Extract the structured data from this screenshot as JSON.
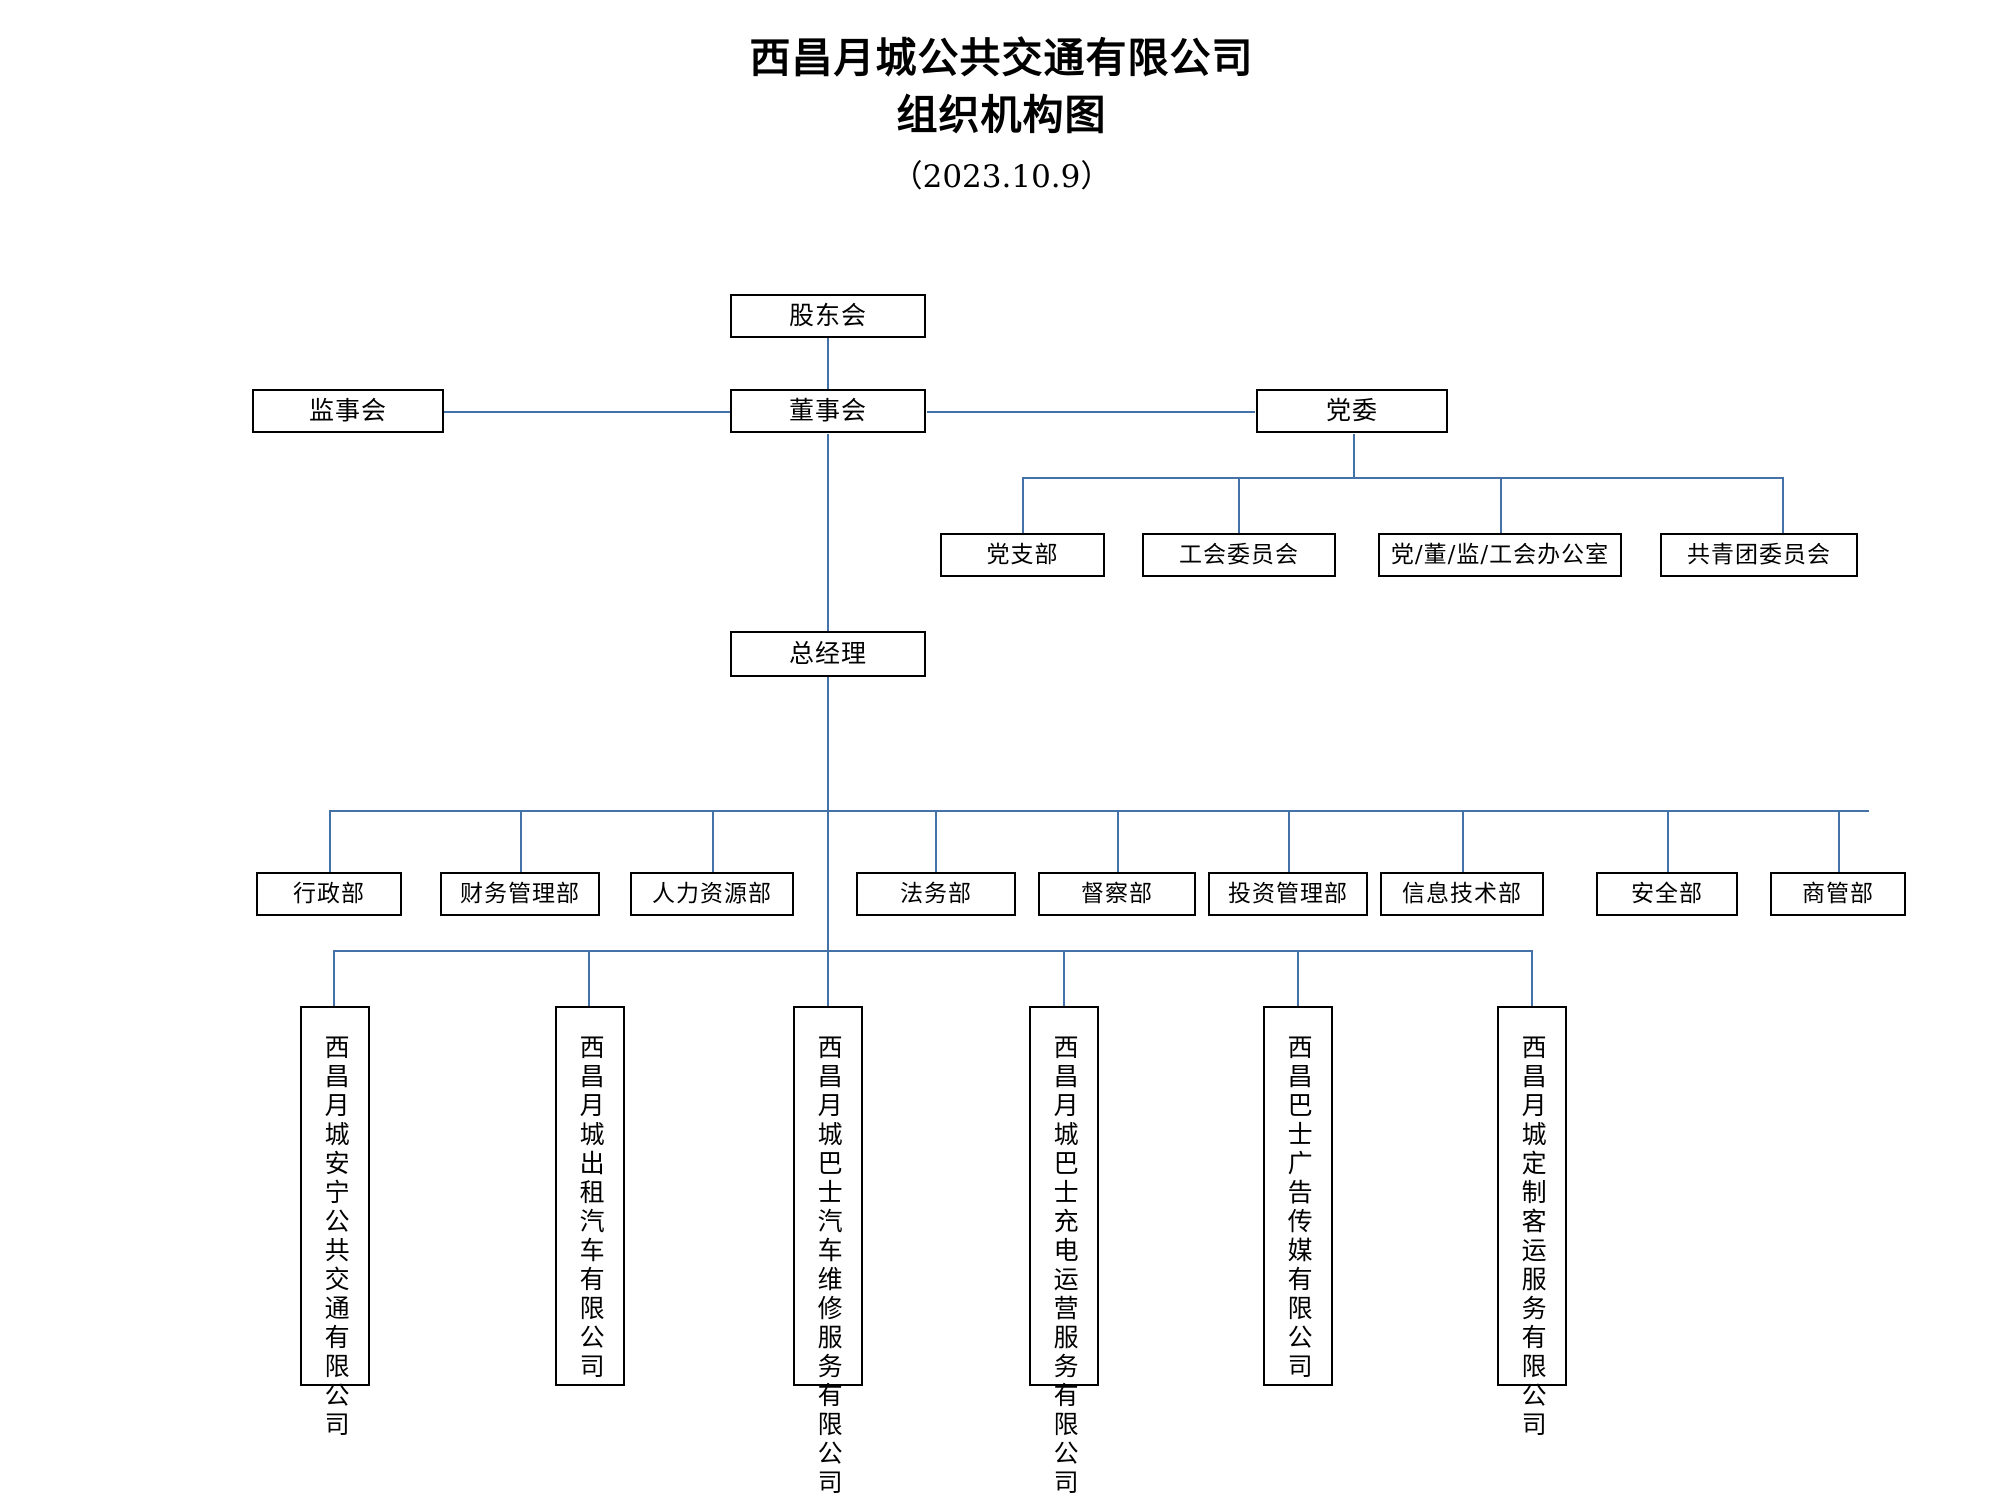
{
  "document": {
    "title_line1": "西昌月城公共交通有限公司",
    "title_line2": "组织机构图",
    "date": "（2023.10.9）"
  },
  "org_chart": {
    "type": "org-hierarchy",
    "accent_color": "#4472a8",
    "box_border_color": "#000000",
    "background": "#ffffff",
    "levels": [
      {
        "level": 1,
        "nodes": [
          {
            "id": "shareholders",
            "label": "股东会"
          }
        ]
      },
      {
        "level": 2,
        "nodes": [
          {
            "id": "supervisory-board",
            "label": "监事会"
          },
          {
            "id": "board-of-directors",
            "label": "董事会"
          },
          {
            "id": "party-committee",
            "label": "党委"
          }
        ]
      },
      {
        "level": 3,
        "parent": "party-committee",
        "nodes": [
          {
            "id": "party-branch",
            "label": "党支部"
          },
          {
            "id": "union-committee",
            "label": "工会委员会"
          },
          {
            "id": "joint-office",
            "label": "党/董/监/工会办公室"
          },
          {
            "id": "youth-league-committee",
            "label": "共青团委员会"
          }
        ]
      },
      {
        "level": 4,
        "parent": "board-of-directors",
        "nodes": [
          {
            "id": "general-manager",
            "label": "总经理"
          }
        ]
      },
      {
        "level": 5,
        "parent": "general-manager",
        "nodes": [
          {
            "id": "dept-administration",
            "label": "行政部"
          },
          {
            "id": "dept-finance",
            "label": "财务管理部"
          },
          {
            "id": "dept-human-resources",
            "label": "人力资源部"
          },
          {
            "id": "dept-legal",
            "label": "法务部"
          },
          {
            "id": "dept-inspection",
            "label": "督察部"
          },
          {
            "id": "dept-investment",
            "label": "投资管理部"
          },
          {
            "id": "dept-information-technology",
            "label": "信息技术部"
          },
          {
            "id": "dept-safety",
            "label": "安全部"
          },
          {
            "id": "dept-commercial",
            "label": "商管部"
          }
        ]
      },
      {
        "level": 6,
        "parent": "general-manager",
        "nodes": [
          {
            "id": "sub-anning-transit",
            "label": "西昌月城安宁公共交通有限公司"
          },
          {
            "id": "sub-taxi",
            "label": "西昌月城出租汽车有限公司"
          },
          {
            "id": "sub-vehicle-repair",
            "label": "西昌月城巴士汽车维修服务有限公司"
          },
          {
            "id": "sub-charging-operation",
            "label": "西昌月城巴士充电运营服务有限公司"
          },
          {
            "id": "sub-advertising-media",
            "label": "西昌巴士广告传媒有限公司"
          },
          {
            "id": "sub-custom-passenger",
            "label": "西昌月城定制客运服务有限公司"
          }
        ]
      }
    ]
  }
}
